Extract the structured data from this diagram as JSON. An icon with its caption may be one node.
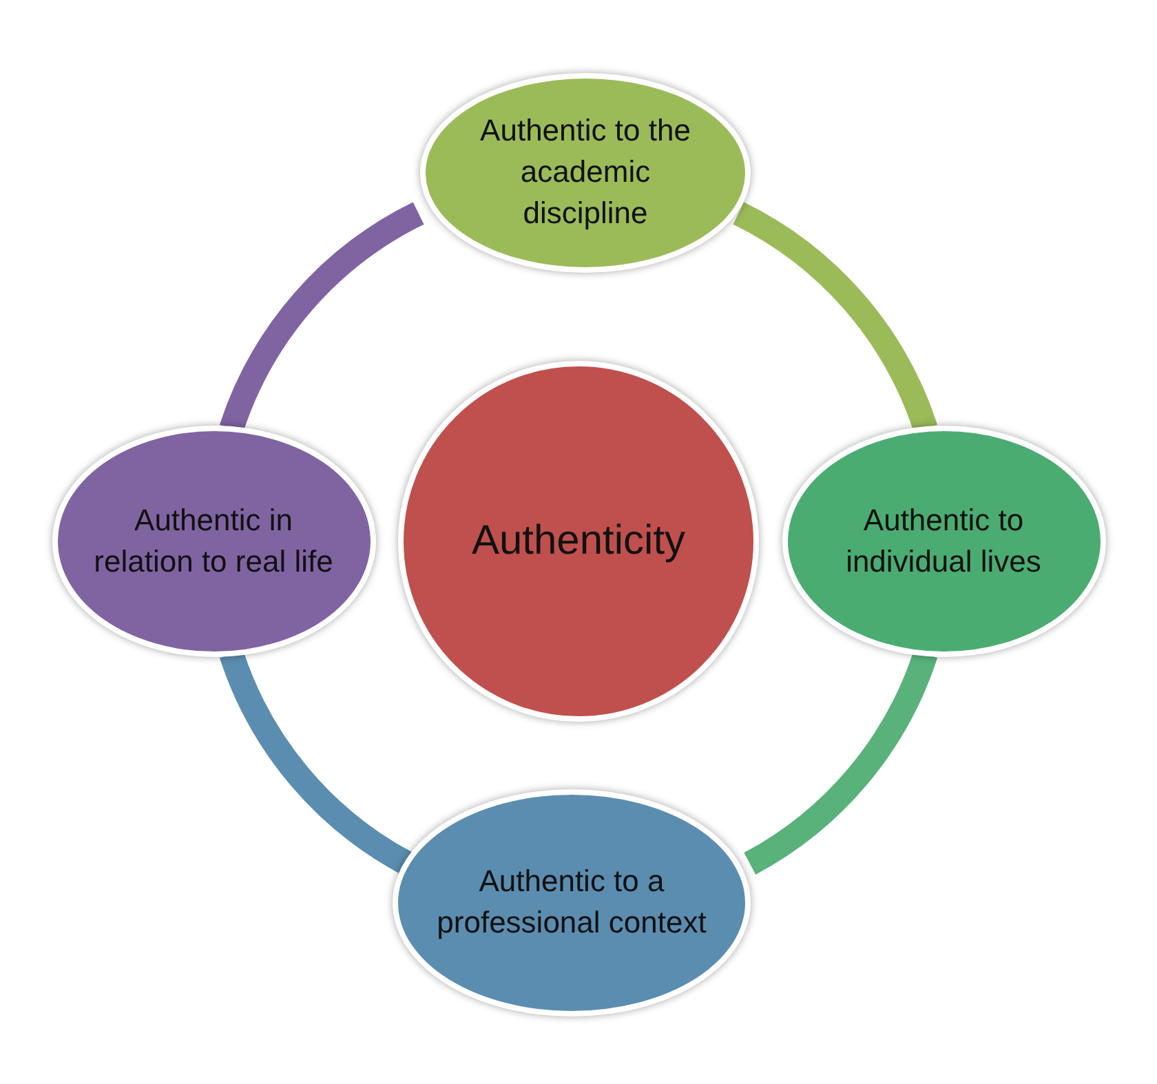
{
  "diagram": {
    "nodes": [
      {
        "text": [
          "Authentic to the academic discipline"
        ]
      },
      {
        "text": [
          "Authentic in relation to real life"
        ]
      },
      {
        "text": [
          "Authenticity"
        ]
      },
      {
        "text": [
          "Authentic to individual lives"
        ]
      },
      {
        "text": [
          "Authentic to a professional context"
        ]
      }
    ],
    "edges": [
      {
        "from": 0,
        "to": 3,
        "arrow": "none",
        "color": "#9bbb59"
      },
      {
        "from": 3,
        "to": 4,
        "arrow": "none",
        "color": "#58b27a"
      },
      {
        "from": 4,
        "to": 1,
        "arrow": "none",
        "color": "#5b8db0"
      },
      {
        "from": 1,
        "to": 0,
        "arrow": "none",
        "color": "#8064a2"
      }
    ]
  }
}
